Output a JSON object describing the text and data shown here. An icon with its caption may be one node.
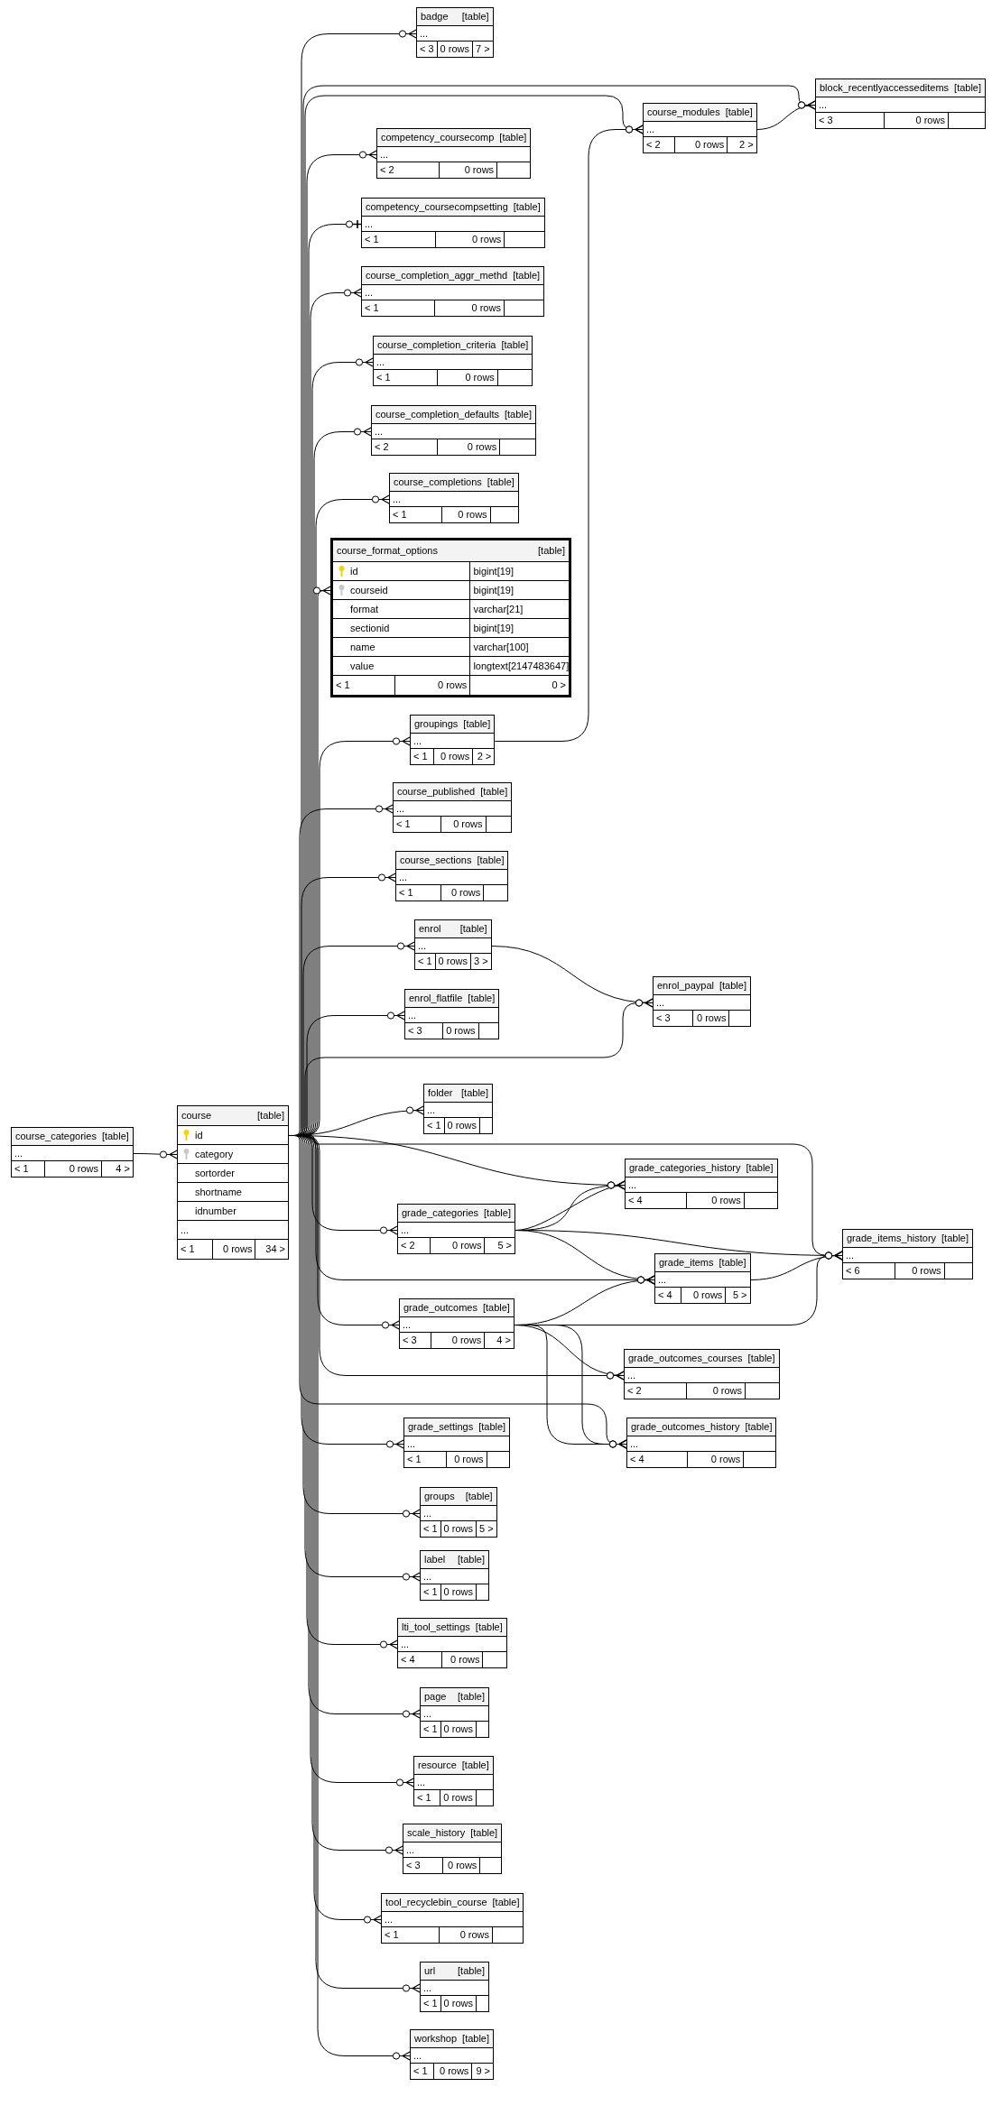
{
  "diagram": {
    "nodes": [
      {
        "text": [
          "badge",
          "[table]",
          "...",
          "< 3",
          "0 rows",
          "7 >"
        ]
      },
      {
        "text": [
          "block_recentlyaccesseditems",
          "[table]",
          "...",
          "< 3",
          "0 rows"
        ]
      },
      {
        "text": [
          "course_modules",
          "[table]",
          "...",
          "< 2",
          "0 rows",
          "2 >"
        ]
      },
      {
        "text": [
          "competency_coursecomp",
          "[table]",
          "...",
          "< 2",
          "0 rows"
        ]
      },
      {
        "text": [
          "competency_coursecompsetting",
          "[table]",
          "...",
          "< 1",
          "0 rows"
        ]
      },
      {
        "text": [
          "course_completion_aggr_methd",
          "[table]",
          "...",
          "< 1",
          "0 rows"
        ]
      },
      {
        "text": [
          "course_completion_criteria",
          "[table]",
          "...",
          "< 1",
          "0 rows"
        ]
      },
      {
        "text": [
          "course_completion_defaults",
          "[table]",
          "...",
          "< 2",
          "0 rows"
        ]
      },
      {
        "text": [
          "course_completions",
          "[table]",
          "...",
          "< 1",
          "0 rows"
        ]
      },
      {
        "text": [
          "course_format_options",
          "[table]",
          "id",
          "bigint[19]",
          "courseid",
          "bigint[19]",
          "format",
          "varchar[21]",
          "sectionid",
          "bigint[19]",
          "name",
          "varchar[100]",
          "value",
          "longtext[2147483647]",
          "< 1",
          "0 rows",
          "0 >"
        ]
      },
      {
        "text": [
          "groupings",
          "[table]",
          "...",
          "< 1",
          "0 rows",
          "2 >"
        ]
      },
      {
        "text": [
          "course_published",
          "[table]",
          "...",
          "< 1",
          "0 rows"
        ]
      },
      {
        "text": [
          "course_sections",
          "[table]",
          "...",
          "< 1",
          "0 rows"
        ]
      },
      {
        "text": [
          "enrol",
          "[table]",
          "...",
          "< 1",
          "0 rows",
          "3 >"
        ]
      },
      {
        "text": [
          "enrol_paypal",
          "[table]",
          "...",
          "< 3",
          "0 rows"
        ]
      },
      {
        "text": [
          "enrol_flatfile",
          "[table]",
          "...",
          "< 3",
          "0 rows"
        ]
      },
      {
        "text": [
          "folder",
          "[table]",
          "...",
          "< 1",
          "0 rows"
        ]
      },
      {
        "text": [
          "course_categories",
          "[table]",
          "...",
          "< 1",
          "0 rows",
          "4 >"
        ]
      },
      {
        "text": [
          "course",
          "[table]",
          "id",
          "category",
          "sortorder",
          "shortname",
          "idnumber",
          "...",
          "< 1",
          "0 rows",
          "34 >"
        ]
      },
      {
        "text": [
          "grade_categories_history",
          "[table]",
          "...",
          "< 4",
          "0 rows"
        ]
      },
      {
        "text": [
          "grade_categories",
          "[table]",
          "...",
          "< 2",
          "0 rows",
          "5 >"
        ]
      },
      {
        "text": [
          "grade_items_history",
          "[table]",
          "...",
          "< 6",
          "0 rows"
        ]
      },
      {
        "text": [
          "grade_items",
          "[table]",
          "...",
          "< 4",
          "0 rows",
          "5 >"
        ]
      },
      {
        "text": [
          "grade_outcomes",
          "[table]",
          "...",
          "< 3",
          "0 rows",
          "4 >"
        ]
      },
      {
        "text": [
          "grade_outcomes_courses",
          "[table]",
          "...",
          "< 2",
          "0 rows"
        ]
      },
      {
        "text": [
          "grade_outcomes_history",
          "[table]",
          "...",
          "< 4",
          "0 rows"
        ]
      },
      {
        "text": [
          "grade_settings",
          "[table]",
          "...",
          "< 1",
          "0 rows"
        ]
      },
      {
        "text": [
          "groups",
          "[table]",
          "...",
          "< 1",
          "0 rows",
          "5 >"
        ]
      },
      {
        "text": [
          "label",
          "[table]",
          "...",
          "< 1",
          "0 rows"
        ]
      },
      {
        "text": [
          "lti_tool_settings",
          "[table]",
          "...",
          "< 4",
          "0 rows"
        ]
      },
      {
        "text": [
          "page",
          "[table]",
          "...",
          "< 1",
          "0 rows"
        ]
      },
      {
        "text": [
          "resource",
          "[table]",
          "...",
          "< 1",
          "0 rows"
        ]
      },
      {
        "text": [
          "scale_history",
          "[table]",
          "...",
          "< 3",
          "0 rows"
        ]
      },
      {
        "text": [
          "tool_recyclebin_course",
          "[table]",
          "...",
          "< 1",
          "0 rows"
        ]
      },
      {
        "text": [
          "url",
          "[table]",
          "...",
          "< 1",
          "0 rows"
        ]
      },
      {
        "text": [
          "workshop",
          "[table]",
          "...",
          "< 1",
          "0 rows",
          "9 >"
        ]
      }
    ],
    "edges": [
      {
        "from": 17,
        "to": 18,
        "arrow": "other"
      },
      {
        "from": 18,
        "to": 0,
        "arrow": "other"
      },
      {
        "from": 18,
        "to": 1,
        "arrow": "other"
      },
      {
        "from": 18,
        "to": 2,
        "arrow": "other"
      },
      {
        "from": 18,
        "to": 3,
        "arrow": "other"
      },
      {
        "from": 18,
        "to": 4,
        "arrow": "other"
      },
      {
        "from": 18,
        "to": 5,
        "arrow": "other"
      },
      {
        "from": 18,
        "to": 6,
        "arrow": "other"
      },
      {
        "from": 18,
        "to": 7,
        "arrow": "other"
      },
      {
        "from": 18,
        "to": 8,
        "arrow": "other"
      },
      {
        "from": 18,
        "to": 9,
        "arrow": "other"
      },
      {
        "from": 18,
        "to": 10,
        "arrow": "other"
      },
      {
        "from": 18,
        "to": 11,
        "arrow": "other"
      },
      {
        "from": 18,
        "to": 12,
        "arrow": "other"
      },
      {
        "from": 18,
        "to": 13,
        "arrow": "other"
      },
      {
        "from": 18,
        "to": 14,
        "arrow": "other"
      },
      {
        "from": 18,
        "to": 15,
        "arrow": "other"
      },
      {
        "from": 18,
        "to": 16,
        "arrow": "other"
      },
      {
        "from": 18,
        "to": 19,
        "arrow": "other"
      },
      {
        "from": 18,
        "to": 20,
        "arrow": "other"
      },
      {
        "from": 18,
        "to": 21,
        "arrow": "other"
      },
      {
        "from": 18,
        "to": 22,
        "arrow": "other"
      },
      {
        "from": 18,
        "to": 23,
        "arrow": "other"
      },
      {
        "from": 18,
        "to": 24,
        "arrow": "other"
      },
      {
        "from": 18,
        "to": 25,
        "arrow": "other"
      },
      {
        "from": 18,
        "to": 26,
        "arrow": "other"
      },
      {
        "from": 18,
        "to": 27,
        "arrow": "other"
      },
      {
        "from": 18,
        "to": 28,
        "arrow": "other"
      },
      {
        "from": 18,
        "to": 29,
        "arrow": "other"
      },
      {
        "from": 18,
        "to": 30,
        "arrow": "other"
      },
      {
        "from": 18,
        "to": 31,
        "arrow": "other"
      },
      {
        "from": 18,
        "to": 32,
        "arrow": "other"
      },
      {
        "from": 18,
        "to": 33,
        "arrow": "other"
      },
      {
        "from": 18,
        "to": 34,
        "arrow": "other"
      },
      {
        "from": 18,
        "to": 35,
        "arrow": "other"
      },
      {
        "from": 2,
        "to": 1,
        "arrow": "other"
      },
      {
        "from": 10,
        "to": 2,
        "arrow": "other"
      },
      {
        "from": 13,
        "to": 14,
        "arrow": "other"
      },
      {
        "from": 20,
        "to": 19,
        "arrow": "other"
      },
      {
        "from": 20,
        "to": 19,
        "arrow": "other"
      },
      {
        "from": 20,
        "to": 22,
        "arrow": "other"
      },
      {
        "from": 20,
        "to": 21,
        "arrow": "other"
      },
      {
        "from": 22,
        "to": 21,
        "arrow": "other"
      },
      {
        "from": 23,
        "to": 22,
        "arrow": "other"
      },
      {
        "from": 23,
        "to": 21,
        "arrow": "other"
      },
      {
        "from": 23,
        "to": 24,
        "arrow": "other"
      },
      {
        "from": 23,
        "to": 25,
        "arrow": "other"
      },
      {
        "from": 23,
        "to": 25,
        "arrow": "other"
      }
    ]
  }
}
